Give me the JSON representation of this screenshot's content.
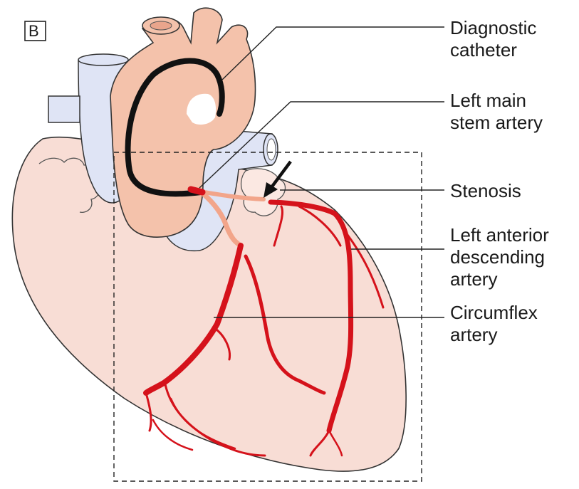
{
  "panel_label": "B",
  "labels": {
    "diagnostic_catheter": [
      "Diagnostic",
      "catheter"
    ],
    "left_main": [
      "Left main",
      "stem artery"
    ],
    "stenosis": [
      "Stenosis"
    ],
    "lad": [
      "Left anterior",
      "descending",
      "artery"
    ],
    "circumflex": [
      "Circumflex",
      "artery"
    ]
  },
  "colors": {
    "heart": "#f8ddd5",
    "aorta": "#f4c2ab",
    "vein": "#dfe4f5",
    "artery": "#d5121b",
    "proximal_artery": "#f2a58a",
    "catheter": "#111111",
    "outline": "#333333"
  }
}
